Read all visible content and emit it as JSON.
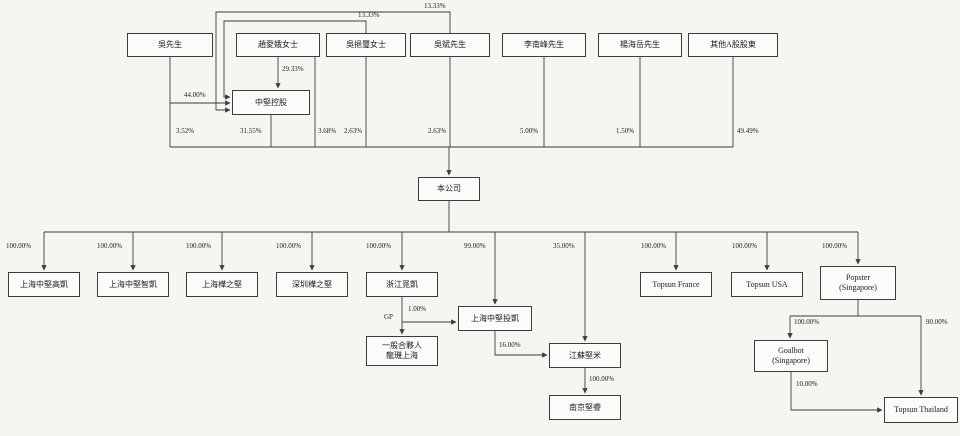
{
  "colors": {
    "page_bg": "#f5f5f2",
    "line_color": "#3c3c3c",
    "box_bg": "#fbfbf9"
  },
  "nodes": {
    "mr_wu": "吳先生",
    "ms_zhao_aie": "趙愛娥女士",
    "ms_wu_yixi": "吳挹璽女士",
    "mr_wu_bin": "吳斌先生",
    "mr_li_nanfeng": "李南峰先生",
    "mr_yang_haiyue": "楊海岳先生",
    "other_a_shareholders": "其他A股股東",
    "zhongjian_holding": "中堅控股",
    "the_company": "本公司",
    "shanghai_zhongjian_gaokai": "上海中堅高凱",
    "shanghai_zhongjian_zhikai": "上海中堅智凱",
    "shanghai_huazhijian": "上海樺之堅",
    "shenzhen_huazhijian": "深圳樺之堅",
    "zhejiang_mikai": "浙江覓凱",
    "topsun_france": "Topsun France",
    "topsun_usa": "Topsun USA",
    "popster_singapore": "Popster\n(Singapore)",
    "shanghai_zhongjian_toukai": "上海中堅投凱",
    "general_partner": "一般合夥人\n龍璣上海",
    "jiangsu_jianmi": "江蘇堅米",
    "nanjing_jianrui": "南京堅睿",
    "goalbot_singapore": "Goalbot\n(Singapore)",
    "topsun_thailand": "Topsun Thailand"
  },
  "edges": {
    "wu_bin_to_zhongjian": "13.33%",
    "wu_yixi_to_zhongjian": "13.33%",
    "zhao_to_zhongjian": "29.33%",
    "wu_to_zhongjian": "44.00%",
    "wu_direct": "3.52%",
    "zhongjian_direct": "31.55%",
    "zhao_direct": "3.68%",
    "wu_yixi_direct": "2.63%",
    "wu_bin_direct": "2.63%",
    "li_direct": "5.00%",
    "yang_direct": "1.50%",
    "other_a_direct": "49.49%",
    "to_gaokai": "100.00%",
    "to_zhikai": "100.00%",
    "to_sh_huazhijian": "100.00%",
    "to_sz_huazhijian": "100.00%",
    "to_mikai": "100.00%",
    "to_toukai": "99.00%",
    "to_jianmi": "35.00%",
    "to_topsun_france": "100.00%",
    "to_topsun_usa": "100.00%",
    "to_popster": "100.00%",
    "gp_label": "GP",
    "mikai_to_toukai": "1.00%",
    "toukai_to_jianmi": "16.00%",
    "jianmi_to_nanjing": "100.00%",
    "popster_to_goalbot": "100.00%",
    "popster_to_thailand": "90.00%",
    "goalbot_to_thailand": "10.00%"
  }
}
